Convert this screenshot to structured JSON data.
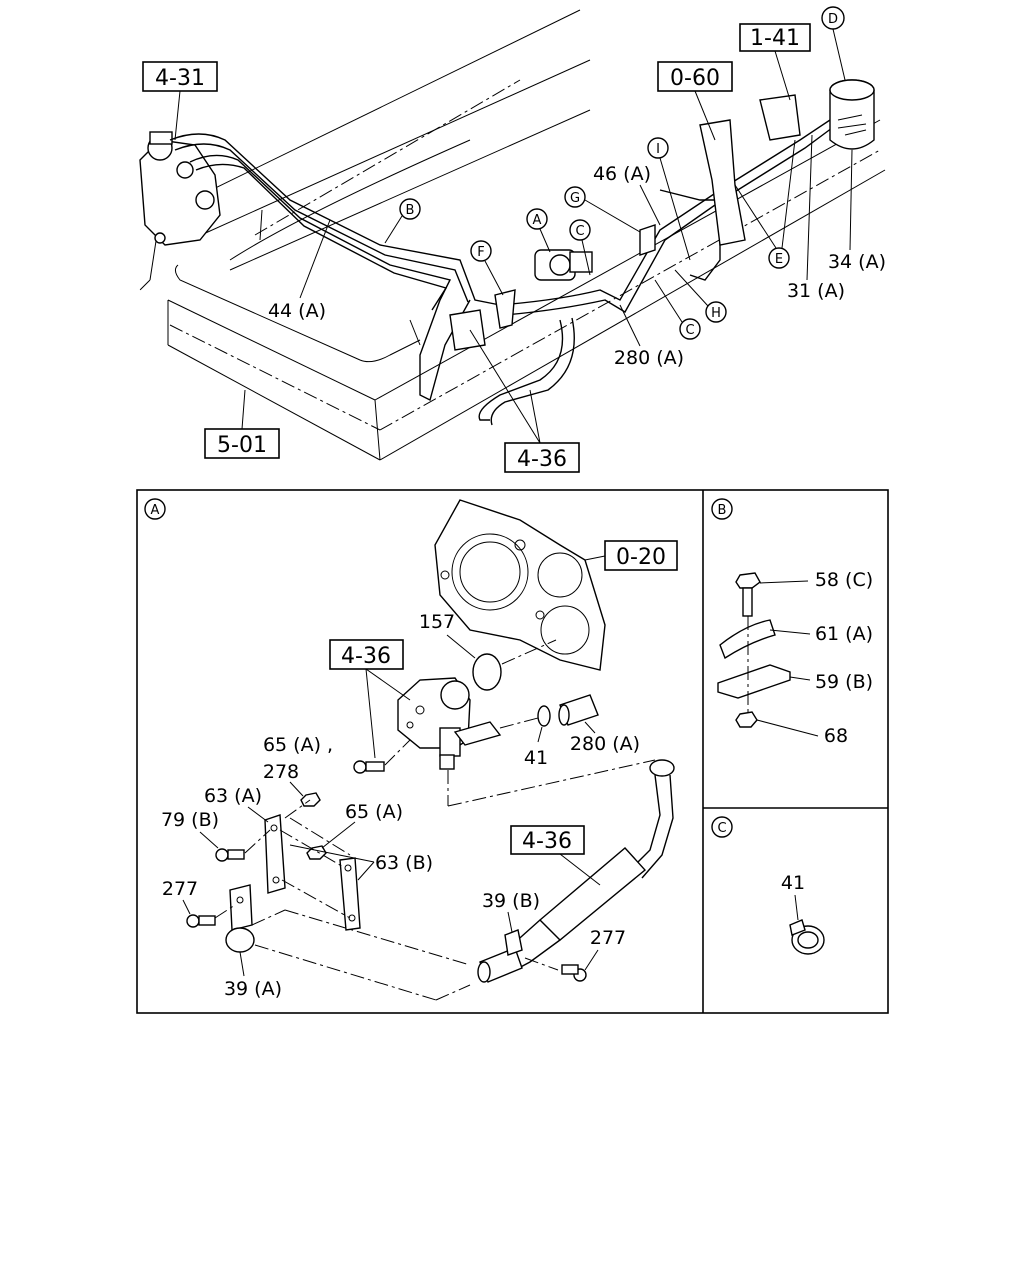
{
  "overview": {
    "ref_boxes": [
      "4-31",
      "0-60",
      "1-41",
      "5-01",
      "4-36"
    ],
    "circle_markers": [
      "D",
      "B",
      "A",
      "G",
      "C",
      "I",
      "F",
      "E",
      "H",
      "C"
    ],
    "part_labels": [
      "46 (A)",
      "44 (A)",
      "34 (A)",
      "31 (A)",
      "280 (A)"
    ]
  },
  "detail_a": {
    "marker": "A",
    "ref_boxes": [
      "0-20",
      "4-36",
      "4-36"
    ],
    "part_labels": [
      "157",
      "41",
      "280 (A)",
      "65 (A) ,",
      "278",
      "63 (A)",
      "65 (A)",
      "79 (B)",
      "63 (B)",
      "277",
      "39 (B)",
      "277",
      "39 (A)"
    ]
  },
  "detail_b": {
    "marker": "B",
    "part_labels": [
      "58 (C)",
      "61 (A)",
      "59 (B)",
      "68"
    ]
  },
  "detail_c": {
    "marker": "C",
    "part_labels": [
      "41"
    ]
  }
}
